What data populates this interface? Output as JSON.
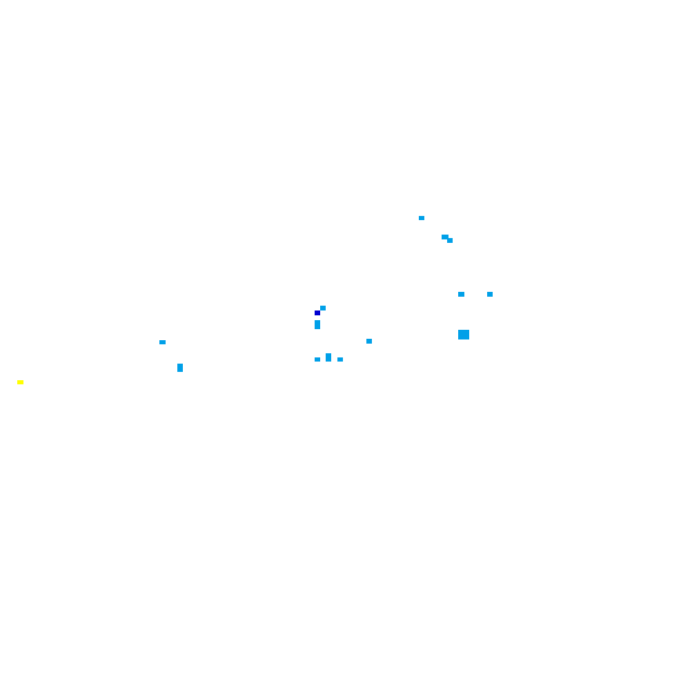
{
  "palette": {
    "background": "#ffffff",
    "light_blue": "#00a0e8",
    "dark_blue": "#0000d0",
    "yellow": "#ffff00"
  },
  "cells": [
    {
      "id": "cell-1",
      "color": "light_blue"
    },
    {
      "id": "cell-2",
      "color": "light_blue"
    },
    {
      "id": "cell-3",
      "color": "light_blue"
    },
    {
      "id": "cell-4",
      "color": "light_blue"
    },
    {
      "id": "cell-5",
      "color": "light_blue"
    },
    {
      "id": "cell-6",
      "color": "light_blue"
    },
    {
      "id": "cell-7",
      "color": "dark_blue"
    },
    {
      "id": "cell-8",
      "color": "light_blue"
    },
    {
      "id": "cell-9",
      "color": "light_blue"
    },
    {
      "id": "cell-10",
      "color": "light_blue"
    },
    {
      "id": "cell-11",
      "color": "light_blue"
    },
    {
      "id": "cell-12",
      "color": "light_blue"
    },
    {
      "id": "cell-13",
      "color": "light_blue"
    },
    {
      "id": "cell-14",
      "color": "light_blue"
    },
    {
      "id": "cell-15",
      "color": "light_blue"
    },
    {
      "id": "cell-16",
      "color": "light_blue"
    },
    {
      "id": "cell-17",
      "color": "yellow"
    }
  ]
}
